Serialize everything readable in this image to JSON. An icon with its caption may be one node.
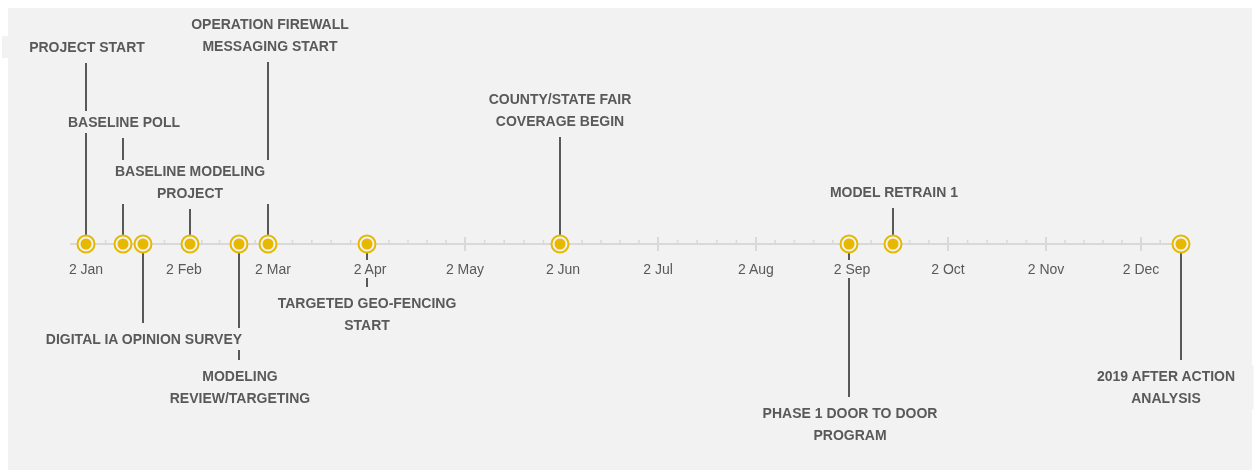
{
  "diagram": {
    "nodes": [
      {
        "text": [
          "PROJECT START"
        ]
      },
      {
        "text": [
          "BASELINE POLL"
        ]
      },
      {
        "text": [
          "BASELINE MODELING PROJECT"
        ]
      },
      {
        "text": [
          "OPERATION FIREWALL MESSAGING START"
        ]
      },
      {
        "text": [
          "COUNTY/STATE FAIR COVERAGE BEGIN"
        ]
      },
      {
        "text": [
          "MODEL RETRAIN 1"
        ]
      },
      {
        "text": [
          "DIGITAL IA OPINION SURVEY"
        ]
      },
      {
        "text": [
          "MODELING REVIEW/TARGETING"
        ]
      },
      {
        "text": [
          "TARGETED GEO-FENCING START"
        ]
      },
      {
        "text": [
          "PHASE 1 DOOR TO DOOR PROGRAM"
        ]
      },
      {
        "text": [
          "2019 AFTER ACTION ANALYSIS"
        ]
      },
      {
        "text": [],
        "shape": "circle"
      },
      {
        "text": [],
        "shape": "circle"
      },
      {
        "text": [],
        "shape": "circle"
      },
      {
        "text": [],
        "shape": "circle"
      },
      {
        "text": [],
        "shape": "circle"
      },
      {
        "text": [],
        "shape": "circle"
      },
      {
        "text": [],
        "shape": "circle"
      },
      {
        "text": [],
        "shape": "circle"
      },
      {
        "text": [],
        "shape": "circle"
      },
      {
        "text": [],
        "shape": "circle"
      },
      {
        "text": [],
        "shape": "circle"
      }
    ],
    "edges": [
      {
        "from": 0,
        "to": 11,
        "arrow": "none"
      },
      {
        "from": 1,
        "to": 12,
        "arrow": "none"
      },
      {
        "from": 6,
        "to": 13,
        "arrow": "none"
      },
      {
        "from": 2,
        "to": 14,
        "arrow": "none"
      },
      {
        "from": 7,
        "to": 15,
        "arrow": "none"
      },
      {
        "from": 3,
        "to": 16,
        "arrow": "none"
      },
      {
        "from": 8,
        "to": 17,
        "arrow": "none"
      },
      {
        "from": 4,
        "to": 18,
        "arrow": "none"
      },
      {
        "from": 9,
        "to": 19,
        "arrow": "none"
      },
      {
        "from": 5,
        "to": 20,
        "arrow": "none"
      },
      {
        "from": 10,
        "to": 21,
        "arrow": "none"
      }
    ],
    "labels": [
      "2 Jan",
      "2 Feb",
      "2 Mar",
      "2 Apr",
      "2 May",
      "2 Jun",
      "2 Jul",
      "2 Aug",
      "2 Sep",
      "2 Oct",
      "2 Nov",
      "2 Dec"
    ]
  }
}
